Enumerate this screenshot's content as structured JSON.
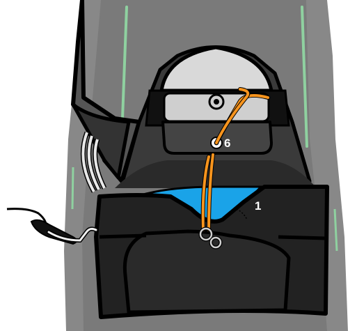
{
  "callouts": [
    {
      "id": "1",
      "label": "1"
    },
    {
      "id": "6",
      "label": "6"
    }
  ],
  "colors": {
    "container_gray": "#888888",
    "panel_dark": "#1a1a1a",
    "cover_light": "#d9d9d9",
    "strap_green": "#8fd1a0",
    "cord_orange": "#f7941d",
    "pouch_blue": "#1aa3e8",
    "outline": "#000000"
  }
}
